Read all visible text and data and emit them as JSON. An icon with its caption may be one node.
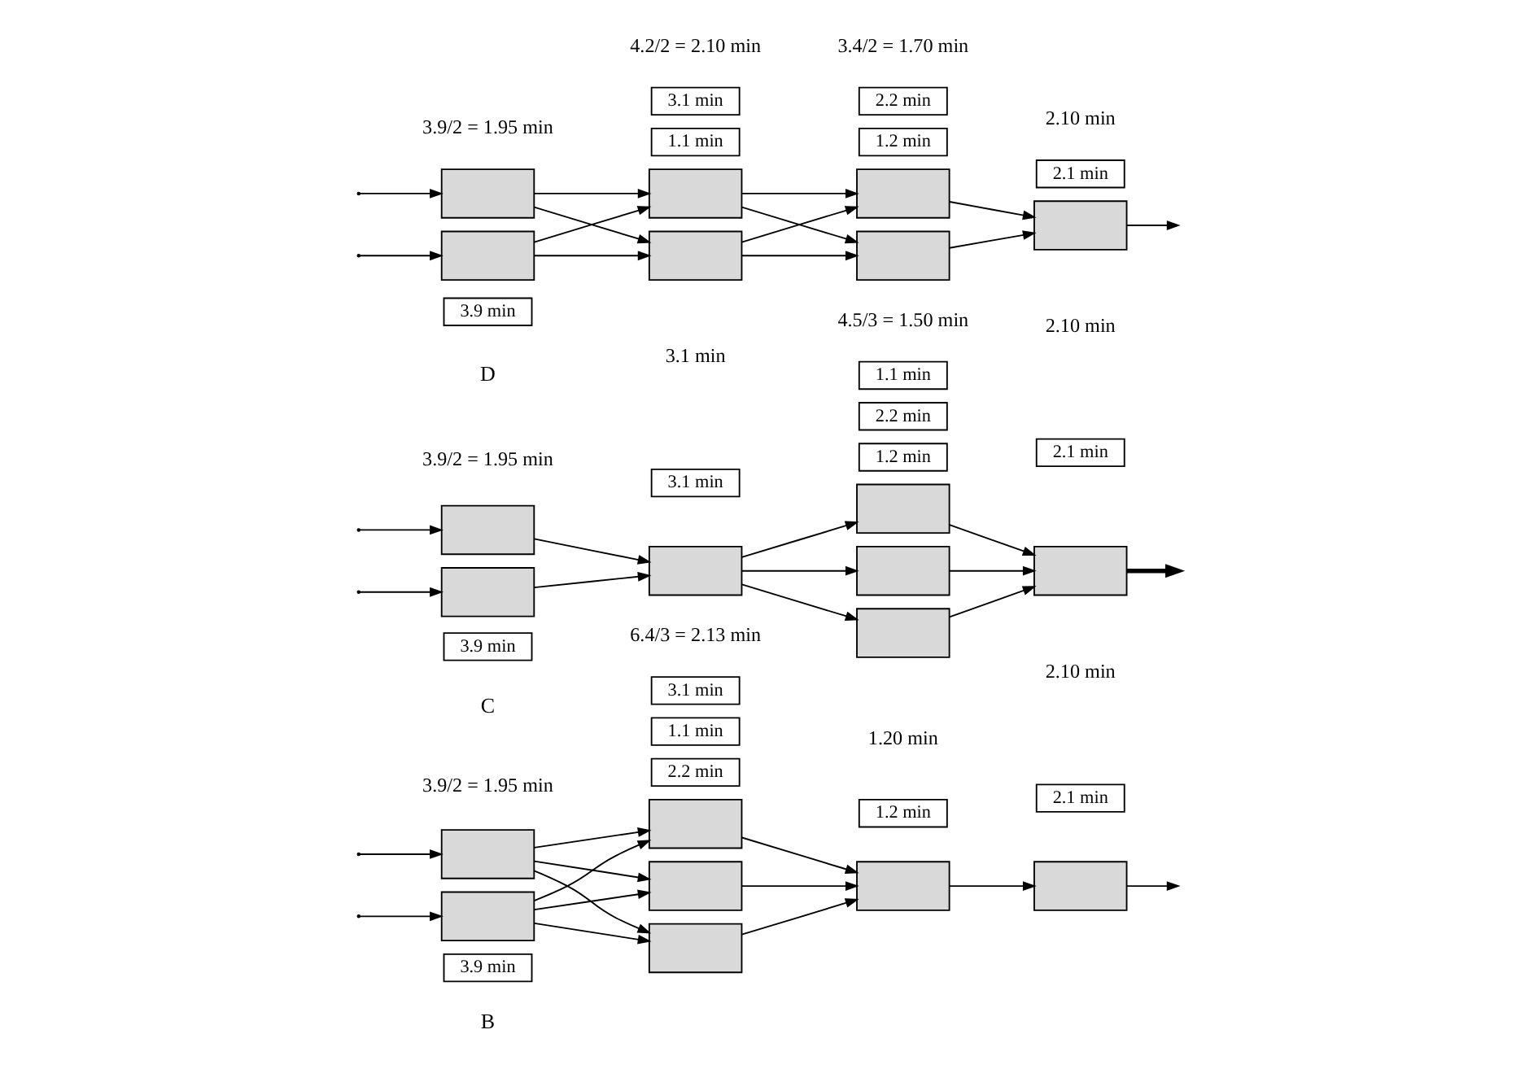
{
  "diagram": {
    "nodes": [
      {
        "text": [
          "3.9 min"
        ]
      },
      {
        "text": [
          "2.2 min"
        ]
      },
      {
        "text": [
          "1.1 min"
        ]
      },
      {
        "text": [
          "3.1 min"
        ]
      },
      {
        "text": [
          "1.2 min"
        ]
      },
      {
        "text": [
          "2.1 min"
        ]
      },
      {
        "text": [
          "3.9 min"
        ]
      },
      {
        "text": [
          "3.1 min"
        ]
      },
      {
        "text": [
          "1.2 min"
        ]
      },
      {
        "text": [
          "2.2 min"
        ]
      },
      {
        "text": [
          "1.1 min"
        ]
      },
      {
        "text": [
          "2.1 min"
        ]
      },
      {
        "text": [],
        "shape": "box"
      },
      {
        "text": [],
        "shape": "box"
      },
      {
        "text": [],
        "shape": "box"
      },
      {
        "text": [],
        "shape": "box"
      },
      {
        "text": [],
        "shape": "box"
      },
      {
        "text": [],
        "shape": "box"
      },
      {
        "text": [],
        "shape": "box"
      },
      {
        "text": [],
        "shape": "box"
      },
      {
        "text": [],
        "shape": "box"
      },
      {
        "text": [],
        "shape": "box"
      },
      {
        "text": [],
        "shape": "box"
      },
      {
        "text": [],
        "shape": "box"
      },
      {
        "text": [],
        "shape": "box"
      },
      {
        "text": [],
        "shape": "box"
      },
      {
        "text": [
          "3.9 min"
        ]
      },
      {
        "text": [
          "1.1 min"
        ]
      },
      {
        "text": [
          "3.1 min"
        ]
      },
      {
        "text": [
          "1.2 min"
        ]
      },
      {
        "text": [
          "2.2 min"
        ]
      },
      {
        "text": [
          "2.1 min"
        ]
      },
      {
        "text": [],
        "shape": "box"
      },
      {
        "text": [],
        "shape": "box"
      },
      {
        "text": [],
        "shape": "box"
      },
      {
        "text": [],
        "shape": "box"
      },
      {
        "text": [],
        "shape": "box"
      },
      {
        "text": [],
        "shape": "box"
      },
      {
        "text": [],
        "shape": "box"
      }
    ],
    "edges": [
      {
        "from": null,
        "to": 12,
        "arrow": "to"
      },
      {
        "from": null,
        "to": 13,
        "arrow": "to"
      },
      {
        "from": 12,
        "to": 14,
        "arrow": "to"
      },
      {
        "from": 12,
        "to": 15,
        "arrow": "to"
      },
      {
        "from": 12,
        "to": 16,
        "arrow": "to"
      },
      {
        "from": 13,
        "to": 14,
        "arrow": "to"
      },
      {
        "from": 13,
        "to": 15,
        "arrow": "to"
      },
      {
        "from": 13,
        "to": 16,
        "arrow": "to"
      },
      {
        "from": 14,
        "to": 17,
        "arrow": "to"
      },
      {
        "from": 15,
        "to": 17,
        "arrow": "to"
      },
      {
        "from": 16,
        "to": 17,
        "arrow": "to"
      },
      {
        "from": 17,
        "to": 18,
        "arrow": "to"
      },
      {
        "from": 18,
        "to": null,
        "arrow": "to"
      },
      {
        "from": null,
        "to": 19,
        "arrow": "to"
      },
      {
        "from": null,
        "to": 20,
        "arrow": "to"
      },
      {
        "from": 19,
        "to": 21,
        "arrow": "to"
      },
      {
        "from": 20,
        "to": 21,
        "arrow": "to"
      },
      {
        "from": 21,
        "to": 22,
        "arrow": "to"
      },
      {
        "from": 21,
        "to": 23,
        "arrow": "to"
      },
      {
        "from": 21,
        "to": 24,
        "arrow": "to"
      },
      {
        "from": 22,
        "to": 25,
        "arrow": "to"
      },
      {
        "from": 23,
        "to": 25,
        "arrow": "to"
      },
      {
        "from": 24,
        "to": 25,
        "arrow": "to"
      },
      {
        "from": 25,
        "to": null,
        "arrow": "to",
        "style": "thick"
      },
      {
        "from": null,
        "to": 32,
        "arrow": "to"
      },
      {
        "from": null,
        "to": 33,
        "arrow": "to"
      },
      {
        "from": 32,
        "to": 34,
        "arrow": "to"
      },
      {
        "from": 32,
        "to": 35,
        "arrow": "to"
      },
      {
        "from": 33,
        "to": 34,
        "arrow": "to"
      },
      {
        "from": 33,
        "to": 35,
        "arrow": "to"
      },
      {
        "from": 34,
        "to": 36,
        "arrow": "to"
      },
      {
        "from": 34,
        "to": 37,
        "arrow": "to"
      },
      {
        "from": 35,
        "to": 36,
        "arrow": "to"
      },
      {
        "from": 35,
        "to": 37,
        "arrow": "to"
      },
      {
        "from": 36,
        "to": 38,
        "arrow": "to"
      },
      {
        "from": 37,
        "to": 38,
        "arrow": "to"
      },
      {
        "from": 38,
        "to": null,
        "arrow": "to"
      }
    ],
    "labels": [
      "B",
      "C",
      "3.9/2 = 1.95 min",
      "6.4/3 = 2.13 min",
      "1.20 min",
      "2.10 min",
      "3.9/2 = 1.95 min",
      "3.1 min",
      "4.5/3 = 1.50 min",
      "2.10 min",
      "D",
      "3.9/2 = 1.95 min",
      "4.2/2 = 2.10 min",
      "3.4/2 = 1.70 min",
      "2.10 min"
    ]
  }
}
